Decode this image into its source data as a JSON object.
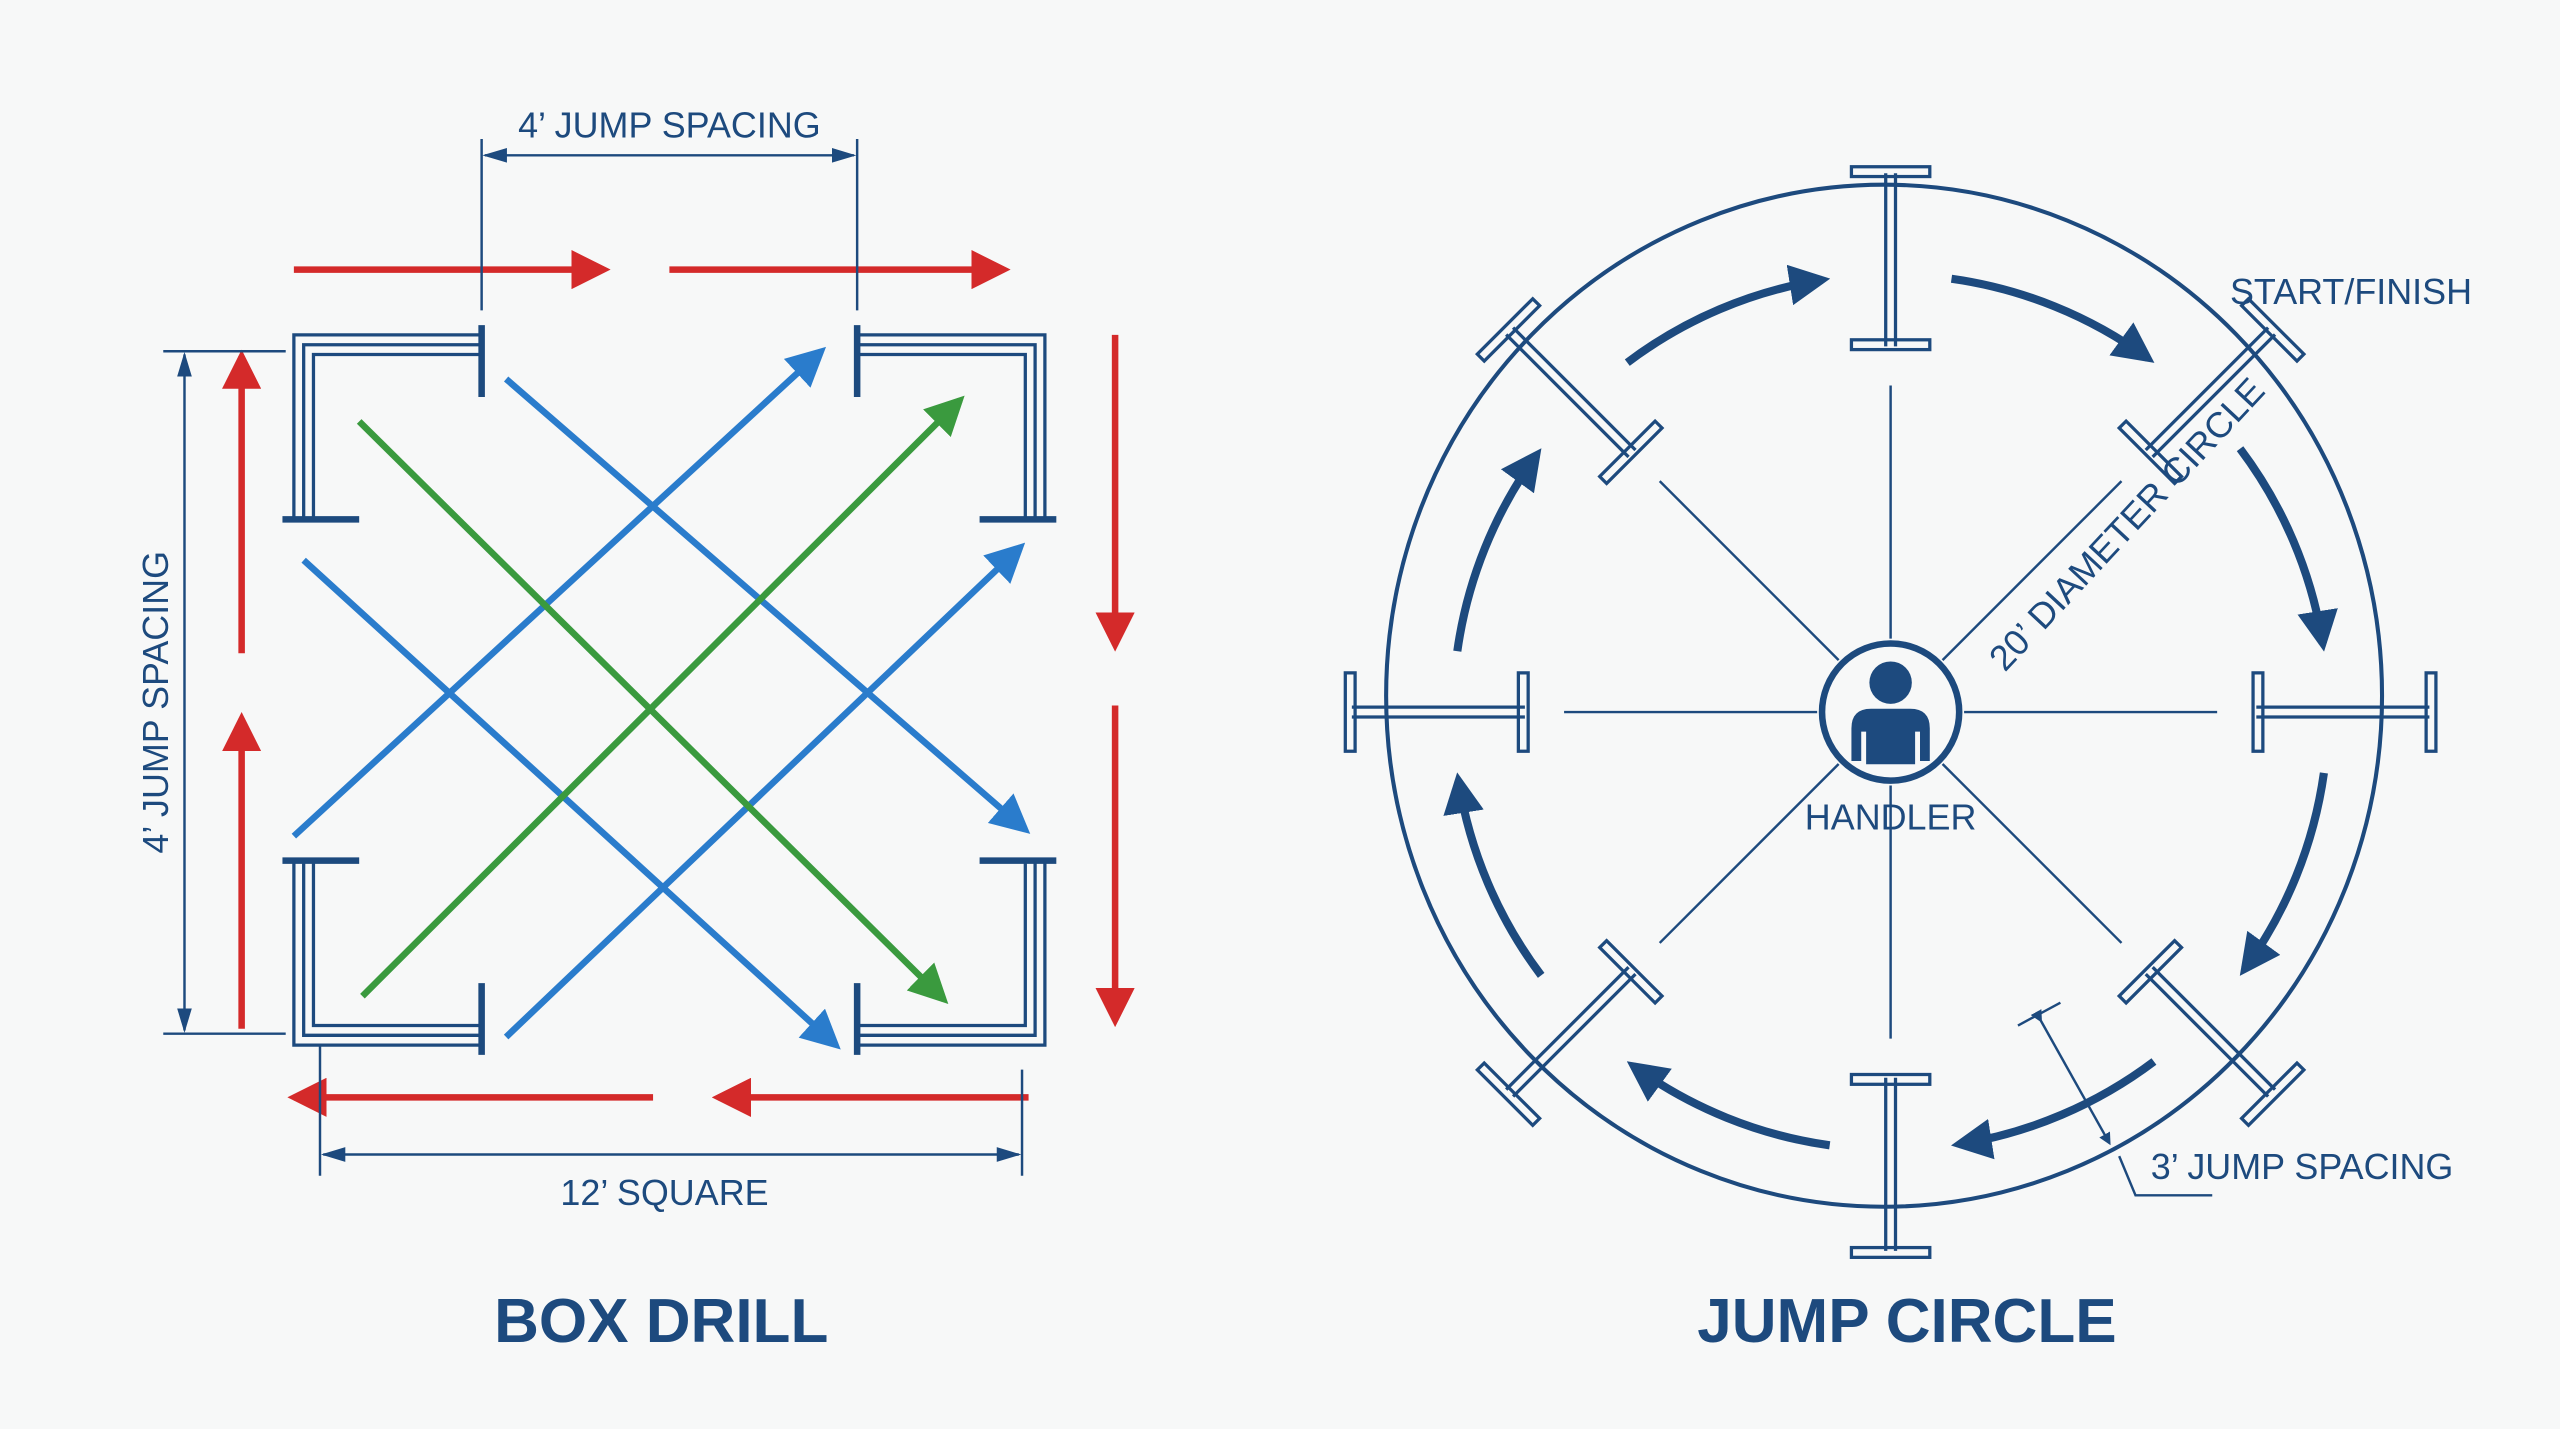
{
  "box_drill": {
    "title": "BOX DRILL",
    "top_dimension": "4’ JUMP SPACING",
    "side_dimension": "4’ JUMP SPACING",
    "bottom_dimension": "12’ SQUARE"
  },
  "jump_circle": {
    "title": "JUMP CIRCLE",
    "start_label": "START/FINISH",
    "diameter_label": "20’ DIAMETER CIRCLE",
    "handler_label": "HANDLER",
    "spacing_label": "3’ JUMP SPACING"
  },
  "colors": {
    "navy": "#1d4a7e",
    "red": "#d42a2a",
    "blue": "#2a7ccc",
    "green": "#3a9a3e"
  }
}
